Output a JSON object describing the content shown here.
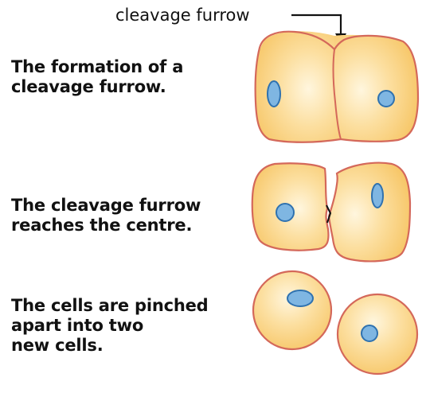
{
  "labels": {
    "cleavage_furrow": "cleavage furrow"
  },
  "stages": [
    {
      "lines": [
        "The formation of a",
        "cleavage furrow."
      ]
    },
    {
      "lines": [
        "The cleavage furrow",
        "reaches the centre."
      ]
    },
    {
      "lines": [
        "The cells are pinched",
        "apart into two",
        "new cells."
      ]
    }
  ],
  "colors": {
    "cell_fill": "#F9C96A",
    "cell_highlight": "#FFF5DA",
    "cell_outline": "#D4685A",
    "nucleus_fill": "#7FB6E2",
    "nucleus_outline": "#2F72B0",
    "arrow": "#111111"
  }
}
